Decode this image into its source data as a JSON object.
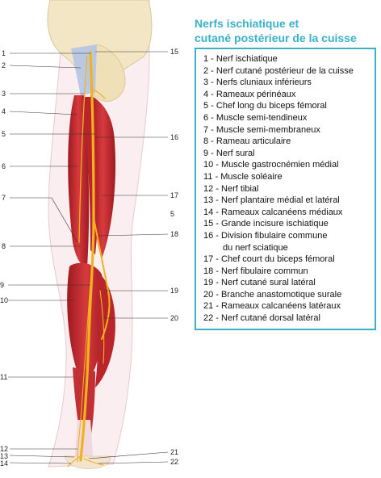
{
  "title": {
    "line1": "Nerfs ischiatique et",
    "line2": "cutané postérieur de la cuisse"
  },
  "legend": [
    "1 - Nerf ischiatique",
    "2 - Nerf cutané postérieur de la cuisse",
    "3 - Nerfs cluniaux inférieurs",
    "4 - Rameaux périnéaux",
    "5 - Chef long du biceps fémoral",
    "6 - Muscle semi-tendineux",
    "7 - Muscle semi-membraneux",
    "8 - Rameau articulaire",
    "9 - Nerf sural",
    "10 - Muscle gastrocnémien médial",
    "11 - Muscle soléaire",
    "12 - Nerf tibial",
    "13 - Nerf plantaire médial et latéral",
    "14 - Rameaux calcanéens médiaux",
    "15 - Grande incisure ischiatique",
    "16 - Division fibulaire commune",
    "du nerf sciatique",
    "17 - Chef court du biceps fémoral",
    "18 - Nerf fibulaire commun",
    "19 - Nerf cutané sural latéral",
    "20 - Branche anastomotique surale",
    "21 - Rameaux calcanéens latéraux",
    "22 - Nerf cutané dorsal latéral"
  ],
  "callouts": {
    "left": [
      "1",
      "2",
      "3",
      "4",
      "5",
      "6",
      "7",
      "8",
      "9",
      "10",
      "11",
      "12",
      "13",
      "14"
    ],
    "right": [
      "15",
      "16",
      "17",
      "5",
      "18",
      "19",
      "20",
      "21",
      "22"
    ]
  },
  "colors": {
    "accent": "#3ab0c9",
    "nerve": "#f2b21d",
    "muscle": "#c8262c",
    "bone": "#f2e6c4"
  }
}
